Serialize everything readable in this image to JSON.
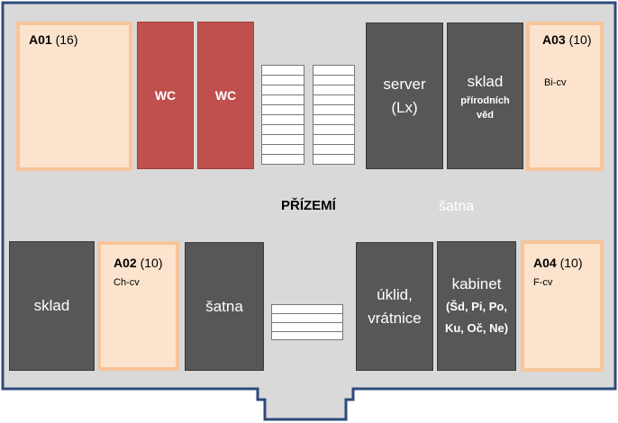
{
  "floor": {
    "title": "PŘÍZEMÍ",
    "corridor_label": "šatna"
  },
  "classrooms": {
    "a01": {
      "code": "A01",
      "capacity": "(16)",
      "subject": ""
    },
    "a02": {
      "code": "A02",
      "capacity": "(10)",
      "subject": "Ch-cv"
    },
    "a03": {
      "code": "A03",
      "capacity": "(10)",
      "subject": "Bi-cv"
    },
    "a04": {
      "code": "A04",
      "capacity": "(10)",
      "subject": "F-cv"
    }
  },
  "rooms": {
    "wc1": "WC",
    "wc2": "WC",
    "server": {
      "line1": "server",
      "line2": "(Lx)"
    },
    "sklad_prirodnich": {
      "line1": "sklad",
      "line2": "přírodních",
      "line3": "věd"
    },
    "sklad": "sklad",
    "satna": "šatna",
    "uklid": {
      "line1": "úklid,",
      "line2": "vrátnice"
    },
    "kabinet": {
      "line1": "kabinet",
      "line2": "(Šd, Pi, Po,",
      "line3": "Ku, Oč, Ne)"
    }
  },
  "colors": {
    "building_fill": "#d9d9d9",
    "building_outline": "#2f4a7a",
    "classroom_fill": "#fce3cd",
    "classroom_border": "#f8c49a",
    "wc_fill": "#c0504d",
    "room_fill": "#575757"
  }
}
